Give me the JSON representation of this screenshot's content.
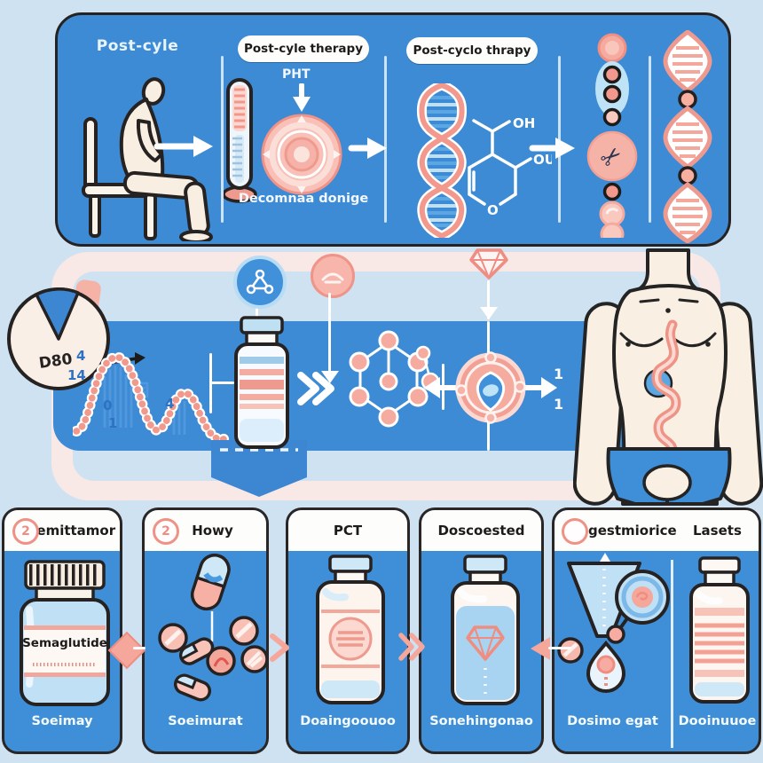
{
  "colors": {
    "panel_blue": "#3d8bd5",
    "background_blue": "#cfe2f1",
    "pale_pink": "#f8e8e6",
    "salmon": "#f0968b",
    "salmon_light": "#f8c3ba",
    "cream": "#f8efe3",
    "outline_ink": "#262222",
    "accent_blue_text": "#2f72c4"
  },
  "icons": {
    "scissors": "✂"
  },
  "top_panel": {
    "section1_title": "Post-cyle",
    "section2_label": "Post-cyle therapy",
    "section2_tag": "PHT",
    "section2_caption": "Decomnaa donige",
    "section3_label": "Post-cyclo thrapy",
    "chem_labels": {
      "oh": "OH",
      "ou": "OU",
      "o": "O"
    }
  },
  "middle_panel": {
    "pie_label": "D80",
    "wave_numbers": [
      "4",
      "14",
      "0",
      "1",
      "4"
    ],
    "ratio_top": "1",
    "ratio_bottom": "1"
  },
  "bottom_cards": [
    {
      "badge": "2",
      "title": "Remittamor",
      "bottle_label": "Semaglutide",
      "caption": "Soeimay"
    },
    {
      "badge": "2",
      "title": "Howy",
      "caption": "Soeimurat"
    },
    {
      "title": "PCT",
      "caption": "Doaingoouoo"
    },
    {
      "title": "Doscoested",
      "caption": "Sonehingonao"
    },
    {
      "badge": "",
      "title": "gestmiorice",
      "caption": "Dosimo egat"
    },
    {
      "title": "Lasets",
      "caption": "Dooinuuoe"
    }
  ]
}
